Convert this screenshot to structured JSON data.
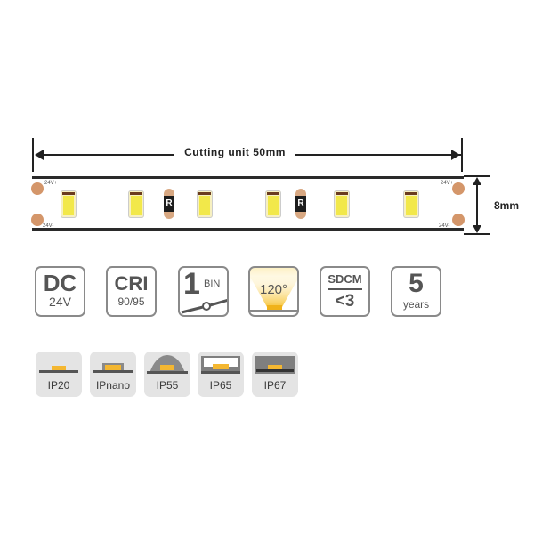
{
  "dimensions": {
    "cutting_unit_label": "Cutting unit  50mm",
    "width_label": "8mm"
  },
  "strip": {
    "polarity_top_left": "24V+",
    "polarity_bottom_left": "24V-",
    "polarity_top_right": "24V+",
    "polarity_bottom_right": "24V-",
    "resistor_label": "R",
    "led_count": 6,
    "resistor_count": 2,
    "colors": {
      "pad": "#d4966a",
      "led": "#f2e84a",
      "resistor": "#1d1d1d",
      "outline": "#2a2a2a"
    }
  },
  "features": [
    {
      "id": "dc",
      "big": "DC",
      "small": "24V"
    },
    {
      "id": "cri",
      "big": "CRI",
      "small": "90/95"
    },
    {
      "id": "bin",
      "big": "1",
      "small": "BIN"
    },
    {
      "id": "beam",
      "big": "120°"
    },
    {
      "id": "sdcm",
      "big": "SDCM",
      "small": "<3"
    },
    {
      "id": "warranty",
      "big": "5",
      "small": "years"
    }
  ],
  "ip_ratings": [
    {
      "id": "ip20",
      "label": "IP20"
    },
    {
      "id": "ipnano",
      "label": "IPnano"
    },
    {
      "id": "ip55",
      "label": "IP55"
    },
    {
      "id": "ip65",
      "label": "IP65"
    },
    {
      "id": "ip67",
      "label": "IP67"
    }
  ],
  "colors": {
    "icon_border": "#8a8a8a",
    "icon_text": "#555555",
    "ip_bg": "#e4e4e4",
    "chip": "#f4b731"
  }
}
